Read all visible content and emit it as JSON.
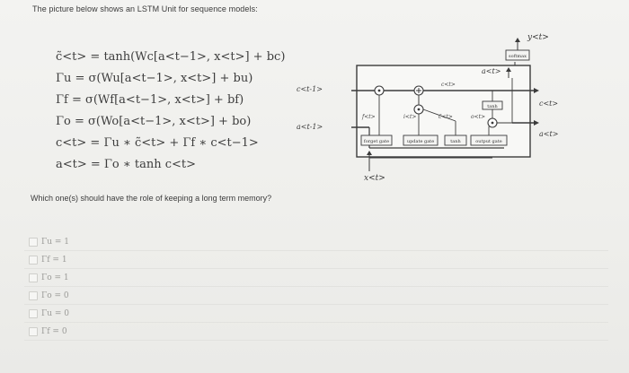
{
  "intro": "The picture below shows an LSTM Unit for sequence models:",
  "equations": [
    "c̃<t> = tanh(Wc[a<t−1>, x<t>] + bc)",
    "Γu = σ(Wu[a<t−1>, x<t>] + bu)",
    "Γf = σ(Wf[a<t−1>, x<t>] + bf)",
    "Γo = σ(Wo[a<t−1>, x<t>] + bo)",
    "c<t> = Γu ∗ c̃<t> + Γf ∗ c<t−1>",
    "a<t> = Γo ∗ tanh c<t>"
  ],
  "diagram": {
    "y_out": "y<t>",
    "softmax": "softmax",
    "a_top": "a<t>",
    "c_prev": "c<t-1>",
    "a_prev": "a<t-1>",
    "c_next": "c<t>",
    "a_next": "a<t>",
    "x_in": "x<t>",
    "gate_f": "forget gate",
    "gate_u": "update gate",
    "gate_tanh": "tanh",
    "gate_o": "output gate",
    "tanh_top": "tanh",
    "sym_f": "f<t>",
    "sym_i": "i<t>",
    "sym_ctilde": "c̃<t>",
    "sym_o": "o<t>",
    "sym_c_mid": "c<t>"
  },
  "question": "Which one(s) should have the role of keeping a long term memory?",
  "options": [
    "Γu = 1",
    "Γf = 1",
    "Γo = 1",
    "Γo = 0",
    "Γu = 0",
    "Γf = 0"
  ]
}
